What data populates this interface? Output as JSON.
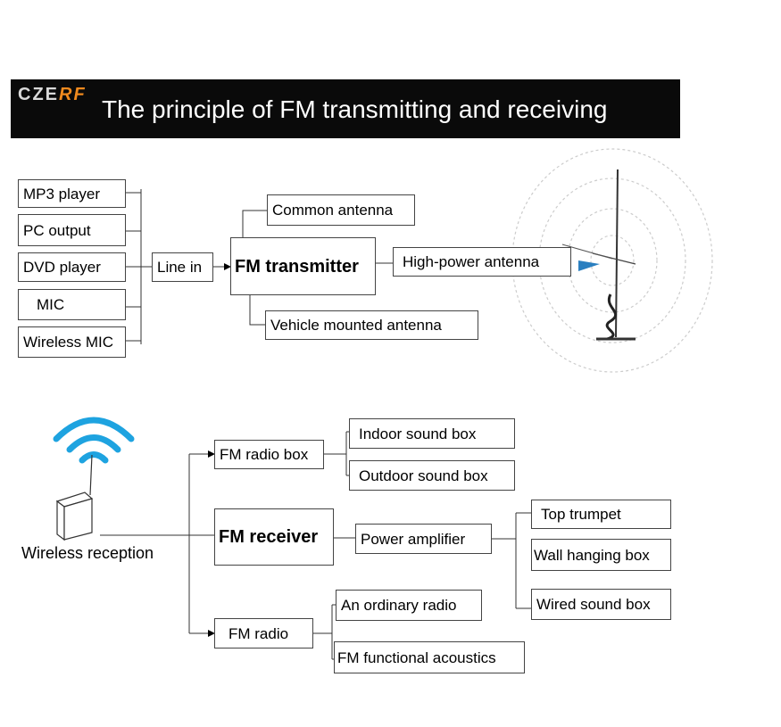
{
  "banner": {
    "logo_cz": "CZE",
    "logo_rf": "RF",
    "title": "The principle of FM transmitting and receiving"
  },
  "transmit": {
    "sources": [
      "MP3 player",
      "PC output",
      "DVD player",
      "MIC",
      "Wireless MIC"
    ],
    "line_in": "Line in",
    "transmitter": "FM transmitter",
    "antennas": {
      "common": "Common antenna",
      "high_power": "High-power antenna",
      "vehicle": "Vehicle mounted antenna"
    }
  },
  "receive": {
    "label": "Wireless reception",
    "fm_radio_box": "FM radio box",
    "indoor": "Indoor sound box",
    "outdoor": "Outdoor sound box",
    "receiver": "FM receiver",
    "amplifier": "Power amplifier",
    "top_trumpet": "Top trumpet",
    "wall_box": "Wall hanging box",
    "wired_box": "Wired sound box",
    "fm_radio": "FM radio",
    "ordinary": "An ordinary radio",
    "functional": "FM functional acoustics"
  },
  "colors": {
    "wifi": "#1ea3e0",
    "arrow": "#2a7fc0",
    "logo_accent": "#f08a1e"
  }
}
